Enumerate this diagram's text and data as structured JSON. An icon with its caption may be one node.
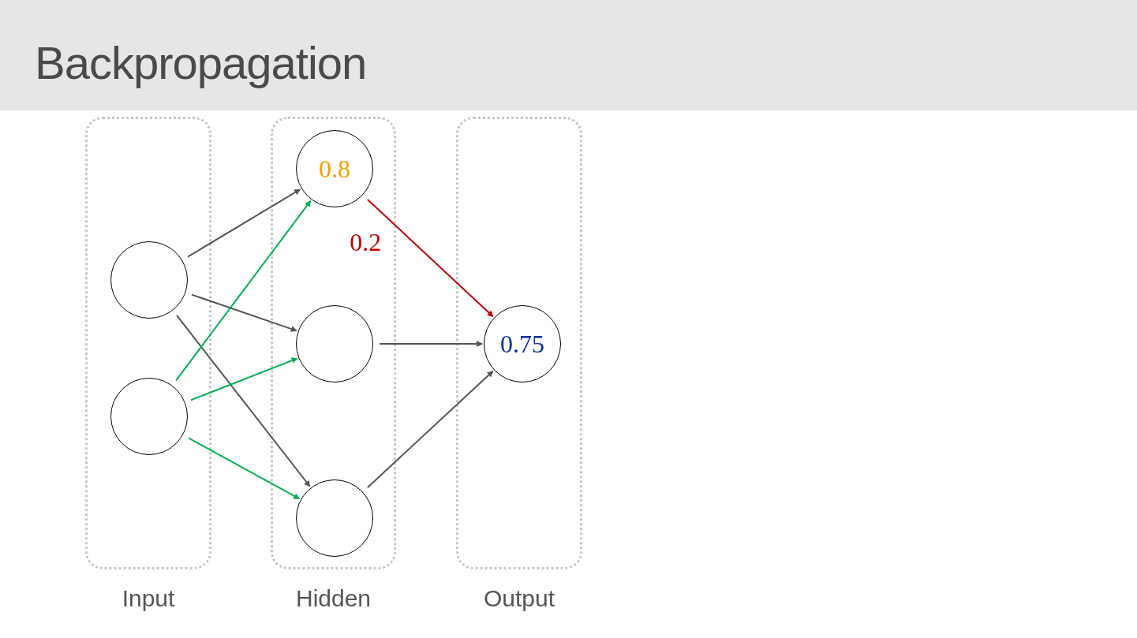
{
  "diagram": {
    "title": "Backpropagation",
    "nodes": [
      {
        "text": [
          "Input"
        ]
      },
      {
        "text": [
          "Hidden"
        ]
      },
      {
        "text": [
          "Output"
        ]
      },
      {
        "text": [],
        "shape": "circle",
        "in": 0
      },
      {
        "text": [],
        "shape": "circle",
        "in": 0
      },
      {
        "text": [
          "0.8"
        ],
        "in": 1
      },
      {
        "text": [],
        "shape": "circle",
        "in": 1
      },
      {
        "text": [],
        "shape": "circle",
        "in": 1
      },
      {
        "text": [
          "0.75"
        ],
        "in": 2
      }
    ],
    "edges": [
      {
        "from": 3,
        "to": 5,
        "arrow": "to"
      },
      {
        "from": 3,
        "to": 6,
        "arrow": "to"
      },
      {
        "from": 3,
        "to": 7,
        "arrow": "to"
      },
      {
        "from": 4,
        "to": 5,
        "arrow": "to",
        "color": "#00b050"
      },
      {
        "from": 4,
        "to": 6,
        "arrow": "to",
        "color": "#00b050"
      },
      {
        "from": 4,
        "to": 7,
        "arrow": "to",
        "color": "#00b050"
      },
      {
        "from": 5,
        "to": 8,
        "arrow": "to",
        "color": "#c00000",
        "label": "0.2"
      },
      {
        "from": 6,
        "to": 8,
        "arrow": "to"
      },
      {
        "from": 7,
        "to": 8,
        "arrow": "to"
      }
    ]
  }
}
